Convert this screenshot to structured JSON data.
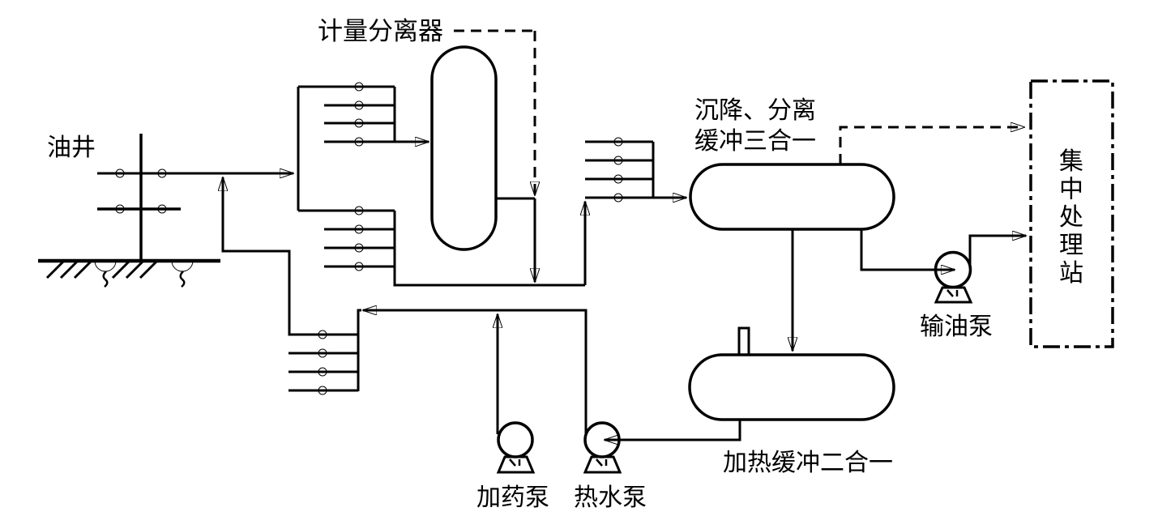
{
  "diagram": {
    "background": "#ffffff",
    "line_color": "#000000",
    "nodes": {
      "oil_well": {
        "label": "油井"
      },
      "metering_separator": {
        "label": "计量分离器"
      },
      "three_in_one_vessel": {
        "label_line1": "沉降、分离",
        "label_line2": "缓冲三合一"
      },
      "heating_buffer_vessel": {
        "label": "加热缓冲二合一"
      },
      "oil_transfer_pump": {
        "label": "输油泵"
      },
      "chemical_dosing_pump": {
        "label": "加药泵"
      },
      "hot_water_pump": {
        "label": "热水泵"
      },
      "central_processing_station": {
        "label": "集中处理站"
      }
    }
  }
}
